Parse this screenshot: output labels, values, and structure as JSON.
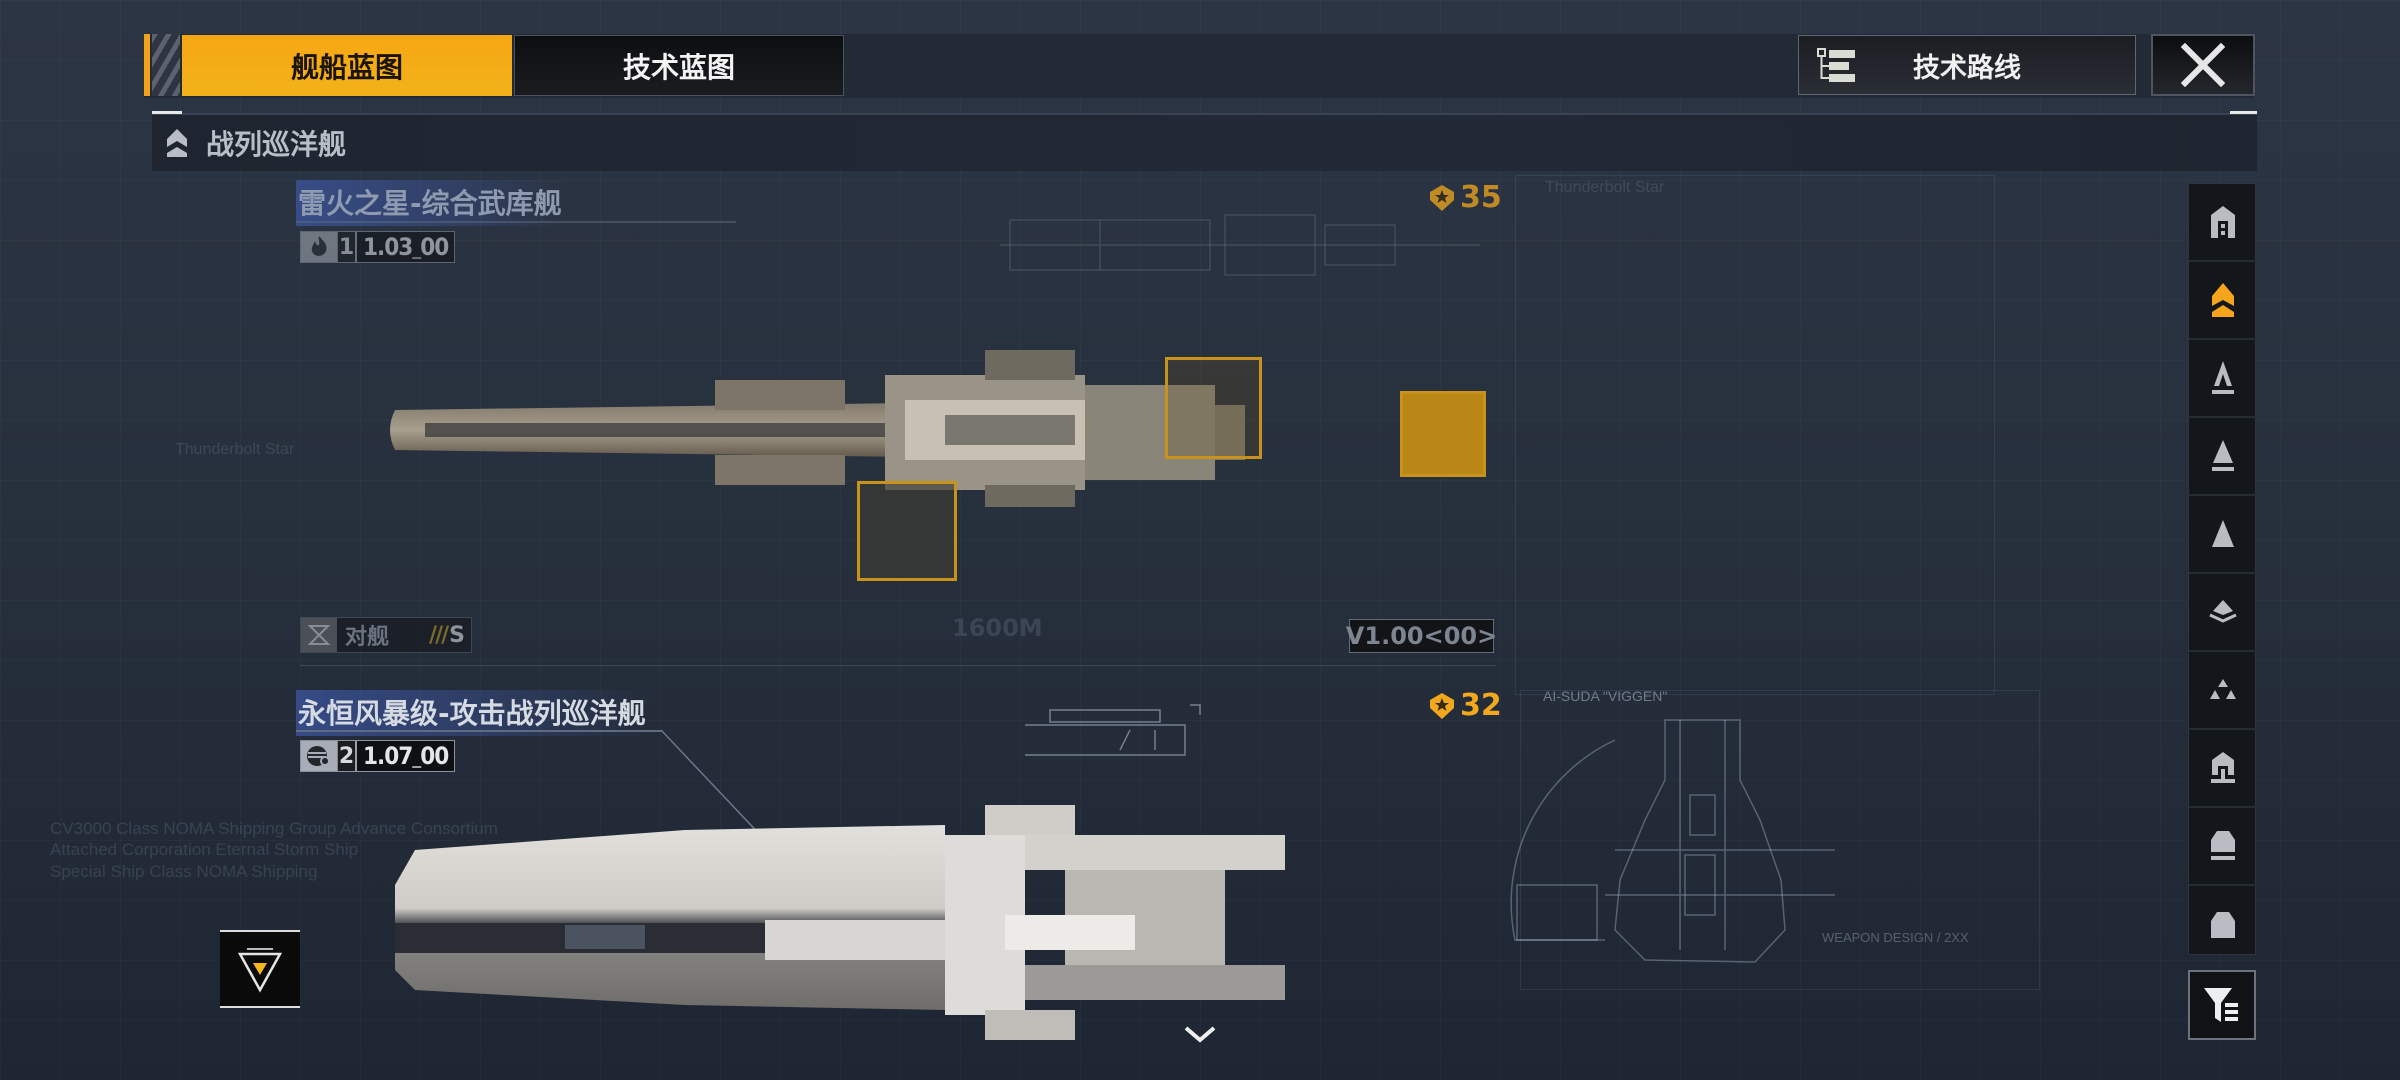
{
  "tabs": [
    {
      "label": "舰船蓝图",
      "active": true
    },
    {
      "label": "技术蓝图",
      "active": false
    }
  ],
  "tech_route": {
    "label": "技术路线",
    "icon": "tree-list-icon"
  },
  "close": {
    "icon": "close-icon"
  },
  "category": {
    "label": "战列巡洋舰",
    "icon": "battlecruiser-icon"
  },
  "ships": [
    {
      "name": "雷火之星-综合武库舰",
      "tier": "1",
      "version": "1.03",
      "version_suffix": "00",
      "rank_value": "35",
      "role": "对舰",
      "grade": "S",
      "distance": "1600M",
      "blueprint_version": "V1.00<00>",
      "dimmed": true
    },
    {
      "name": "永恒风暴级-攻击战列巡洋舰",
      "tier": "2",
      "version": "1.07",
      "version_suffix": "00",
      "rank_value": "32",
      "dimmed": false
    }
  ],
  "background_labels": {
    "top_right": "Thunderbolt Star",
    "bottom_right": "AI-SUDA \"VIGGEN\"",
    "weapon_design": "WEAPON DESIGN / 2XX",
    "left_text": "CV3000 Class NOMA Shipping Group Advance Consortium\nAttached Corporation Eternal Storm Ship\nSpecial Ship Class NOMA Shipping",
    "mid_left": "Thunderbolt Star"
  },
  "side_nav": {
    "items": [
      {
        "name": "carrier",
        "icon": "carrier-class-icon",
        "active": false
      },
      {
        "name": "battlecruiser",
        "icon": "battlecruiser-class-icon",
        "active": true
      },
      {
        "name": "cruiser",
        "icon": "cruiser-class-icon",
        "active": false
      },
      {
        "name": "destroyer",
        "icon": "destroyer-class-icon",
        "active": false
      },
      {
        "name": "frigate",
        "icon": "frigate-class-icon",
        "active": false
      },
      {
        "name": "corvette",
        "icon": "corvette-class-icon",
        "active": false
      },
      {
        "name": "fighter",
        "icon": "fighter-class-icon",
        "active": false
      },
      {
        "name": "auxiliary",
        "icon": "auxiliary-class-icon",
        "active": false
      },
      {
        "name": "support",
        "icon": "support-class-icon",
        "active": false
      },
      {
        "name": "utility",
        "icon": "utility-class-icon",
        "active": false
      }
    ],
    "filter_icon": "filter-icon"
  },
  "colors": {
    "accent": "#f2a81c",
    "nav_active": "#f5a41c",
    "nav_inactive": "#b9bdc3",
    "background": "#27303d"
  }
}
